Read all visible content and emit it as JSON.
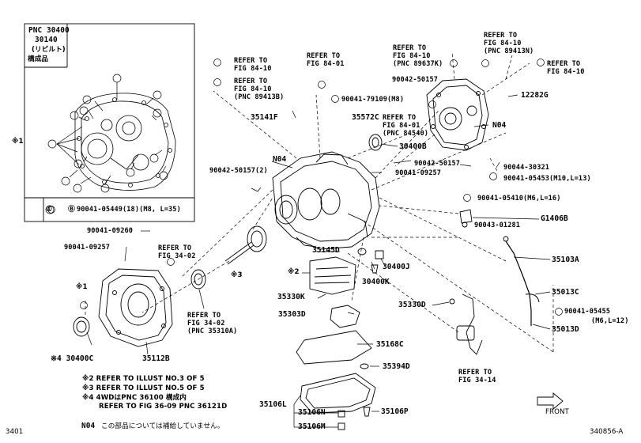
{
  "kit_box": {
    "line1": "PNC 30400",
    "line2": "30140",
    "line3": "(リビルト)",
    "line4": "構成品"
  },
  "kit_footer": {
    "symbol": "①",
    "bolt_mark": "Ⓑ",
    "bolt_text": "90041-05449(18)(M8, L=35)"
  },
  "inset_marker": "※1",
  "refer": {
    "r1": "REFER TO\nFIG 84-10",
    "r2": "REFER TO\nFIG 84-10\n(PNC 89413B)",
    "r3": "REFER TO\nFIG 84-01",
    "r4": "REFER TO\nFIG 84-10\n(PNC 89637K)",
    "r5": "REFER TO\nFIG 84-10\n(PNC 89413N)",
    "r6": "REFER TO\nFIG 84-10",
    "r7": "REFER TO\nFIG 84-01\n(PNC 84540)",
    "r8": "REFER TO\nFIG 34-02",
    "r9": "REFER TO\nFIG 34-02\n(PNC 35310A)",
    "r10": "REFER TO\nFIG 34-14"
  },
  "labels": {
    "l90042_50157a": "90042-50157",
    "l90041_79109": "90041-79109(M8)",
    "l12282G": "12282G",
    "l35141F": "35141F",
    "l35572C": "35572C",
    "lN04a": "N04",
    "lN04b": "N04",
    "l30400B": "30400B",
    "l90042_50157b": "90042-50157",
    "l90044_30321": "90044-30321",
    "l90041_05453": "90041-05453(M10,L=13)",
    "l90042_50157c": "90042-50157(2)",
    "l90041_09257a": "90041-09257",
    "l90041_05410": "90041-05410(M6,L=16)",
    "lG1406B": "G1406B",
    "l90043_01281": "90043-01281",
    "l90041_09260": "90041-09260",
    "l90041_09257b": "90041-09257",
    "l35145D": "35145D",
    "l35103A": "35103A",
    "lx3": "※3",
    "lx1": "※1",
    "lx2": "※2",
    "l30400J": "30400J",
    "l30400K": "30400K",
    "l35013C": "35013C",
    "l35330K": "35330K",
    "l35330D": "35330D",
    "l90041_05455": "90041-05455",
    "l90041_05455b": "(M6,L=12)",
    "l35303D": "35303D",
    "l35013D": "35013D",
    "l30400C": "※4 30400C",
    "l35112B": "35112B",
    "l35168C": "35168C",
    "l35394D": "35394D",
    "l35106L": "35106L",
    "l35106N": "35106N",
    "l35106P": "35106P",
    "l35106M": "35106M",
    "front": "FRONT"
  },
  "notes": [
    "※2 REFER TO ILLUST NO.3 OF 5",
    "※3 REFER TO ILLUST NO.5 OF 5",
    "※4 4WDはPNC 36100 構成内",
    "REFER TO FIG 36-09 PNC 36121D"
  ],
  "footer": {
    "code": "N04",
    "text": "この部品については補給していません。",
    "left_id": "3401",
    "right_id": "340856-A"
  }
}
